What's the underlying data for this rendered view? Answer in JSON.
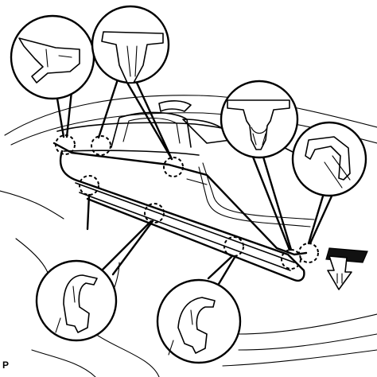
{
  "figure": {
    "code": "P",
    "callouts": [
      {
        "id": "left-upper",
        "detail": "hook-clip"
      },
      {
        "id": "top-center",
        "detail": "push-clip"
      },
      {
        "id": "right-upper",
        "detail": "push-clip"
      },
      {
        "id": "right-far",
        "detail": "hook-clip"
      },
      {
        "id": "left-lower",
        "detail": "hook-clip"
      },
      {
        "id": "center-lower",
        "detail": "hook-clip"
      }
    ],
    "clip_marker_count": 8,
    "arrow": {
      "icon": "arrow-down-icon",
      "direction": "down"
    }
  }
}
